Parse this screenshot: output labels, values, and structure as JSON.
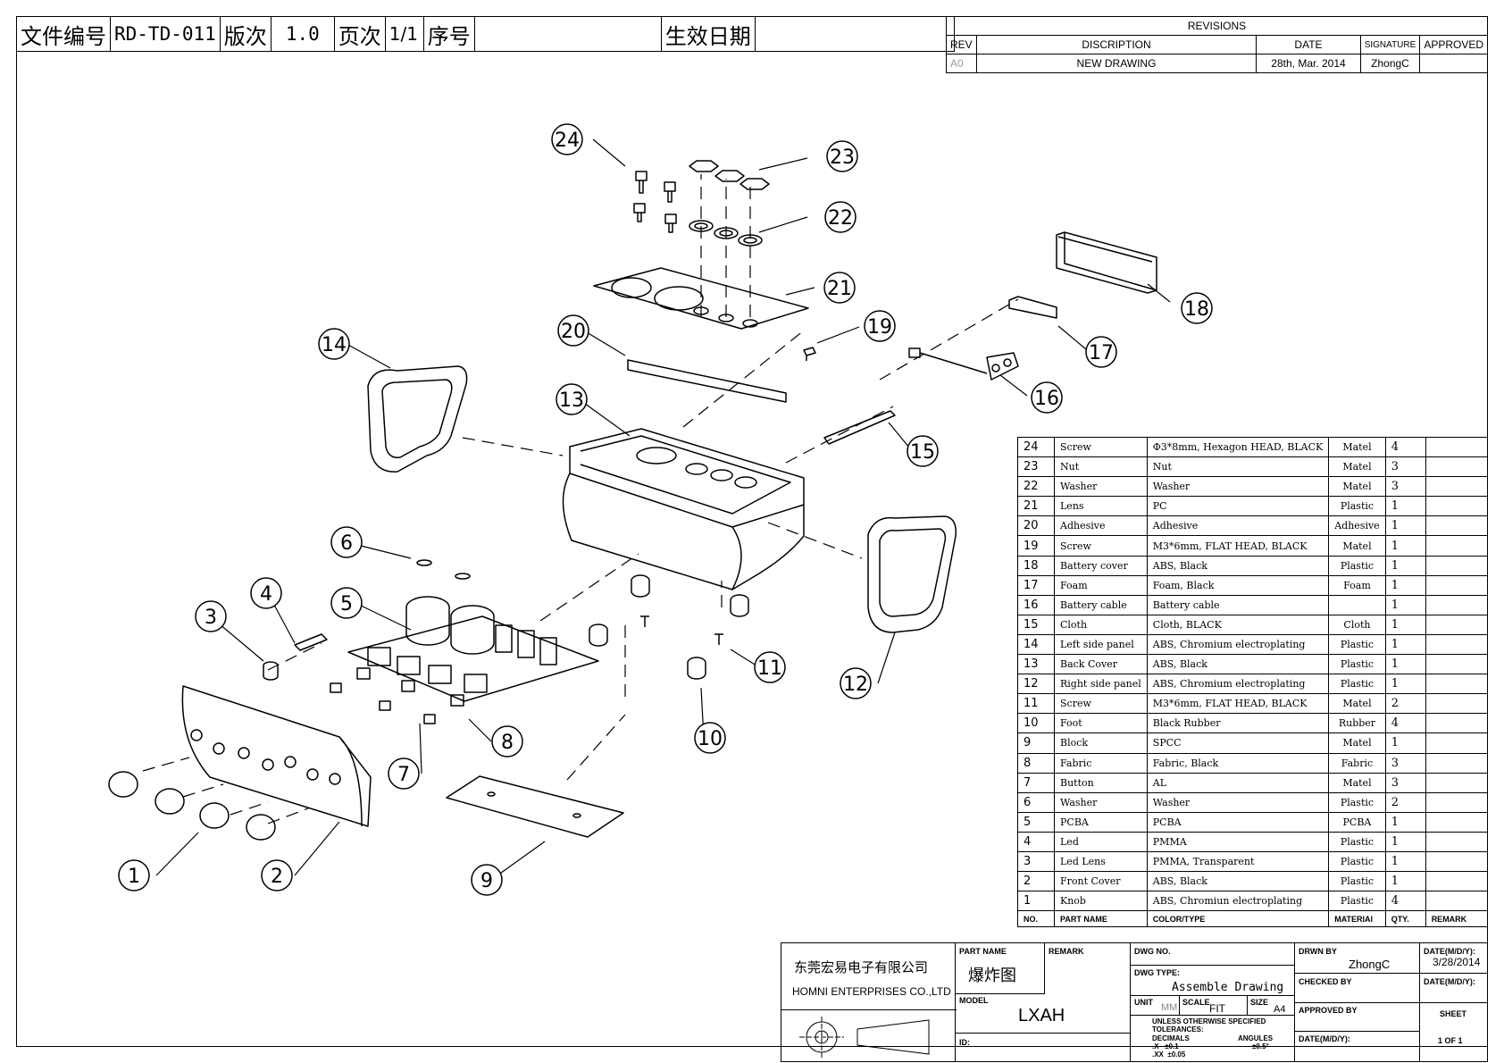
{
  "header": {
    "file_no_label": "文件编号",
    "file_no": "RD-TD-011",
    "version_label": "版次",
    "version": "1.0",
    "page_label": "页次",
    "page": "1/1",
    "serial_label": "序号",
    "serial": "",
    "effective_date_label": "生效日期",
    "effective_date": ""
  },
  "revisions": {
    "title": "REVISIONS",
    "columns": [
      "REV",
      "DISCRIPTION",
      "DATE",
      "SIGNATURE",
      "APPROVED"
    ],
    "rows": [
      [
        "A0",
        "NEW DRAWING",
        "28th, Mar. 2014",
        "ZhongC",
        ""
      ]
    ]
  },
  "callouts": [
    "1",
    "2",
    "3",
    "4",
    "5",
    "6",
    "7",
    "8",
    "9",
    "10",
    "11",
    "12",
    "13",
    "14",
    "15",
    "16",
    "17",
    "18",
    "19",
    "20",
    "21",
    "22",
    "23",
    "24"
  ],
  "bom": {
    "columns": [
      "NO.",
      "PART NAME",
      "COLOR/TYPE",
      "MATERIAl",
      "QTY.",
      "REMARK"
    ],
    "rows": [
      [
        "24",
        "Screw",
        "Φ3*8mm, Hexagon HEAD, BLACK",
        "Matel",
        "4",
        ""
      ],
      [
        "23",
        "Nut",
        "Nut",
        "Matel",
        "3",
        ""
      ],
      [
        "22",
        "Washer",
        "Washer",
        "Matel",
        "3",
        ""
      ],
      [
        "21",
        "Lens",
        "PC",
        "Plastic",
        "1",
        ""
      ],
      [
        "20",
        "Adhesive",
        "Adhesive",
        "Adhesive",
        "1",
        ""
      ],
      [
        "19",
        "Screw",
        "M3*6mm, FLAT HEAD, BLACK",
        "Matel",
        "1",
        ""
      ],
      [
        "18",
        "Battery cover",
        "ABS, Black",
        "Plastic",
        "1",
        ""
      ],
      [
        "17",
        "Foam",
        "Foam, Black",
        "Foam",
        "1",
        ""
      ],
      [
        "16",
        "Battery cable",
        "Battery cable",
        "",
        "1",
        ""
      ],
      [
        "15",
        "Cloth",
        "Cloth, BLACK",
        "Cloth",
        "1",
        ""
      ],
      [
        "14",
        "Left side panel",
        "ABS, Chromium electroplating",
        "Plastic",
        "1",
        ""
      ],
      [
        "13",
        "Back Cover",
        "ABS, Black",
        "Plastic",
        "1",
        ""
      ],
      [
        "12",
        "Right side panel",
        "ABS, Chromium electroplating",
        "Plastic",
        "1",
        ""
      ],
      [
        "11",
        "Screw",
        "M3*6mm, FLAT HEAD, BLACK",
        "Matel",
        "2",
        ""
      ],
      [
        "10",
        "Foot",
        "Black Rubber",
        "Rubber",
        "4",
        ""
      ],
      [
        "9",
        "Block",
        "SPCC",
        "Matel",
        "1",
        ""
      ],
      [
        "8",
        "Fabric",
        "Fabric, Black",
        "Fabric",
        "3",
        ""
      ],
      [
        "7",
        "Button",
        "AL",
        "Matel",
        "3",
        ""
      ],
      [
        "6",
        "Washer",
        "Washer",
        "Plastic",
        "2",
        ""
      ],
      [
        "5",
        "PCBA",
        "PCBA",
        "PCBA",
        "1",
        ""
      ],
      [
        "4",
        "Led",
        "PMMA",
        "Plastic",
        "1",
        ""
      ],
      [
        "3",
        "Led Lens",
        "PMMA, Transparent",
        "Plastic",
        "1",
        ""
      ],
      [
        "2",
        "Front Cover",
        "ABS, Black",
        "Plastic",
        "1",
        ""
      ],
      [
        "1",
        "Knob",
        "ABS, Chromiun electroplating",
        "Plastic",
        "4",
        ""
      ]
    ]
  },
  "title_block": {
    "company_cn": "东莞宏易电子有限公司",
    "company_en": "HOMNI ENTERPRISES CO.,LTD",
    "part_name_label": "PART NAME",
    "part_name": "爆炸图",
    "remark_label": "REMARK",
    "model_label": "MODEL",
    "model": "LXAH",
    "id_label": "ID:",
    "dwg_no_label": "DWG NO.",
    "dwg_type_label": "DWG TYPE:",
    "dwg_type": "Assemble Drawing",
    "unit_label": "UNIT",
    "unit": "MM",
    "scale_label": "SCALE",
    "scale": "FIT",
    "size_label": "SIZE",
    "size": "A4",
    "tolerance_title": "UNLESS OTHERWISE SPECIFIED TOLERANCES:",
    "decimals_label": "DECIMALS",
    "decimal_x": ".X   ±0.1",
    "decimal_xx": ".XX  ±0.05",
    "angules_label": "ANGULES",
    "angules": "±0.5°",
    "drawn_by_label": "DRWN BY",
    "drawn_by": "ZhongC",
    "date_label": "DATE(M/D/Y):",
    "drawn_date": "3/28/2014",
    "checked_by_label": "CHECKED BY",
    "checked_date_label": "DATE(M/D/Y):",
    "approved_by_label": "APPROVED BY",
    "approved_date_label": "DATE(M/D/Y):",
    "sheet_label": "SHEET",
    "sheet": "1 OF 1"
  }
}
